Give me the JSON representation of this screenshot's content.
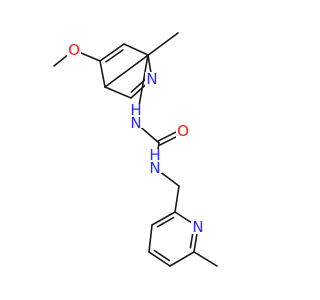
{
  "molecule": {
    "colors": {
      "bond": "#1a1a1a",
      "nitrogen": "#2b2bff",
      "oxygen": "#ff1a1a",
      "background": "#ffffff"
    },
    "atoms": [
      {
        "id": "c1",
        "element": "C"
      },
      {
        "id": "c2",
        "element": "C"
      },
      {
        "id": "c3",
        "element": "C"
      },
      {
        "id": "c4",
        "element": "C"
      },
      {
        "id": "n5",
        "element": "N",
        "label": "N"
      },
      {
        "id": "c6",
        "element": "C"
      },
      {
        "id": "c7",
        "element": "C"
      },
      {
        "id": "o8",
        "element": "O",
        "label": "O"
      },
      {
        "id": "c9",
        "element": "C"
      },
      {
        "id": "n10",
        "element": "N",
        "label": "H\nN"
      },
      {
        "id": "c11",
        "element": "C"
      },
      {
        "id": "o12",
        "element": "O",
        "label": "O"
      },
      {
        "id": "n13",
        "element": "N",
        "label": "H\nN"
      },
      {
        "id": "c14",
        "element": "C"
      },
      {
        "id": "c15",
        "element": "C"
      },
      {
        "id": "c16",
        "element": "C"
      },
      {
        "id": "c17",
        "element": "C"
      },
      {
        "id": "c18",
        "element": "C"
      },
      {
        "id": "c19",
        "element": "C"
      },
      {
        "id": "n20",
        "element": "N",
        "label": "N"
      },
      {
        "id": "c21",
        "element": "C"
      }
    ],
    "bonds": [
      {
        "a": "c1",
        "b": "c2",
        "order": 2
      },
      {
        "a": "c2",
        "b": "c3",
        "order": 1
      },
      {
        "a": "c3",
        "b": "c4",
        "order": 1
      },
      {
        "a": "c4",
        "b": "n5",
        "order": 2
      },
      {
        "a": "n5",
        "b": "c6",
        "order": 1
      },
      {
        "a": "c6",
        "b": "c1",
        "order": 1
      },
      {
        "a": "c3",
        "b": "c7",
        "order": 1
      },
      {
        "a": "c2",
        "b": "o8",
        "order": 1
      },
      {
        "a": "o8",
        "b": "c9",
        "order": 1
      },
      {
        "a": "c6",
        "b": "n10",
        "order": 1
      },
      {
        "a": "n10",
        "b": "c11",
        "order": 1
      },
      {
        "a": "c11",
        "b": "o12",
        "order": 2
      },
      {
        "a": "c11",
        "b": "n13",
        "order": 1
      },
      {
        "a": "n13",
        "b": "c14",
        "order": 1
      },
      {
        "a": "c14",
        "b": "c15",
        "order": 1
      },
      {
        "a": "c15",
        "b": "c16",
        "order": 2
      },
      {
        "a": "c16",
        "b": "c17",
        "order": 1
      },
      {
        "a": "c17",
        "b": "c18",
        "order": 2
      },
      {
        "a": "c18",
        "b": "c19",
        "order": 1
      },
      {
        "a": "c19",
        "b": "n20",
        "order": 2
      },
      {
        "a": "n20",
        "b": "c15",
        "order": 1
      },
      {
        "a": "c19",
        "b": "c21",
        "order": 1
      }
    ]
  }
}
